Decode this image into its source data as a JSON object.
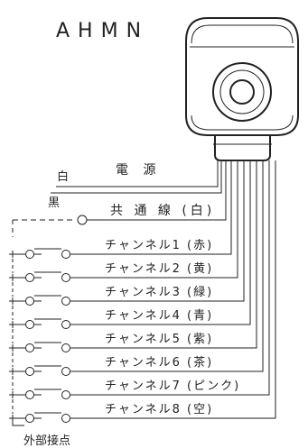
{
  "title": "AHMN",
  "power": {
    "white_label": "白",
    "black_label": "黒",
    "power_label": "電 源"
  },
  "common_label": "共 通 線 (白)",
  "channels": [
    {
      "label": "チャンネル1 (赤)"
    },
    {
      "label": "チャンネル2 (黄)"
    },
    {
      "label": "チャンネル3 (緑)"
    },
    {
      "label": "チャンネル4 (青)"
    },
    {
      "label": "チャンネル5 (紫)"
    },
    {
      "label": "チャンネル6 (茶)"
    },
    {
      "label": "チャンネル7 (ピンク)"
    },
    {
      "label": "チャンネル8 (空)"
    }
  ],
  "external_contact_label": "外部接点"
}
